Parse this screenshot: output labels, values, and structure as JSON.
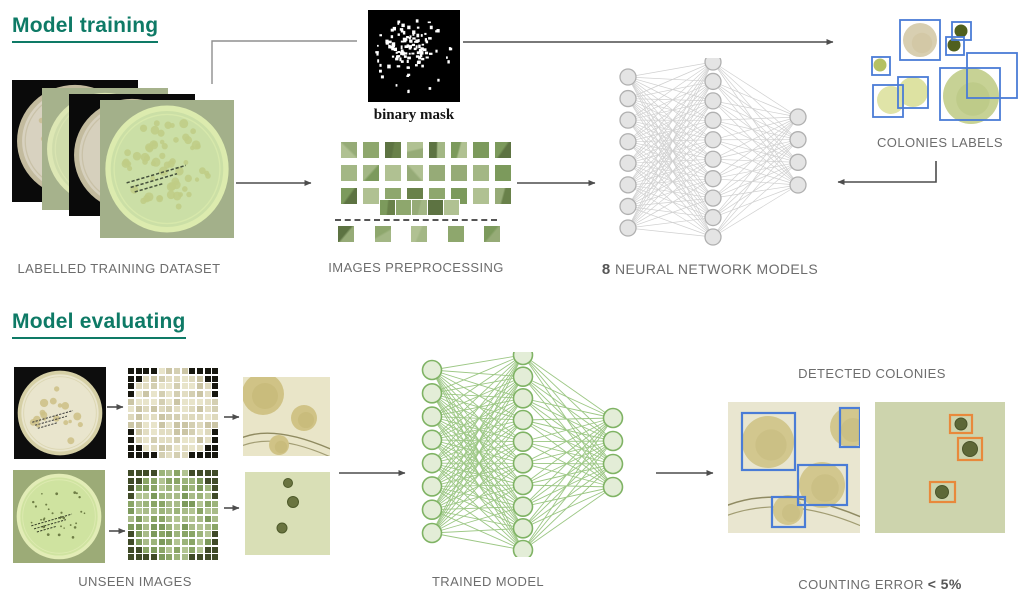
{
  "training": {
    "heading": "Model training",
    "dataset_label": "LABELLED TRAINING DATASET",
    "binary_mask_label": "binary mask",
    "preprocessing_label": "IMAGES PREPROCESSING",
    "network_count": "8",
    "network_label": "NEURAL NETWORK MODELS",
    "colonies_label": "COLONIES LABELS"
  },
  "evaluating": {
    "heading": "Model evaluating",
    "unseen_label": "UNSEEN IMAGES",
    "trained_label": "TRAINED MODEL",
    "detected_label": "DETECTED COLONIES",
    "error_prefix": "COUNTING ERROR",
    "error_value": "< 5%"
  },
  "networks": {
    "training": {
      "layers": [
        8,
        10,
        4
      ]
    },
    "evaluating": {
      "layers": [
        8,
        10,
        4
      ]
    }
  },
  "colors": {
    "heading_teal": "#0e7a66",
    "label_gray": "#6d6d6d",
    "arrow_gray": "#4d4d4d",
    "connector_gray": "#8f8f8f",
    "box_blue": "#4a7cd6",
    "box_orange": "#e8893b",
    "nn_gray_node": "#e4e4e4",
    "nn_gray_stroke": "#b0b0b0",
    "nn_gray_line": "#d0d0d0",
    "nn_green_node": "#e3edd7",
    "nn_green_stroke": "#7fb364",
    "nn_green_line": "#9cc784",
    "colony_tan": "#d8cfb1",
    "colony_dark_olive": "#50601e",
    "colony_light_green": "#dde2a2",
    "colony_green": "#c7d295"
  },
  "tile_palettes": {
    "preprocessing": [
      "#8ea76d",
      "#7c9a5c",
      "#a3b785",
      "#69814a",
      "#96ab77",
      "#b0c192",
      "#5d7342"
    ],
    "grid_beige": [
      "#e8e4ca",
      "#ded9bd",
      "#d4cfb2",
      "#cbc5a5",
      "#e2ddc2"
    ],
    "grid_beige_dark": "#17170f",
    "grid_green": [
      "#9cb47a",
      "#8aa566",
      "#b2c492",
      "#7d9a5c",
      "#a8bb88"
    ],
    "grid_green_dark": "#404b28"
  }
}
